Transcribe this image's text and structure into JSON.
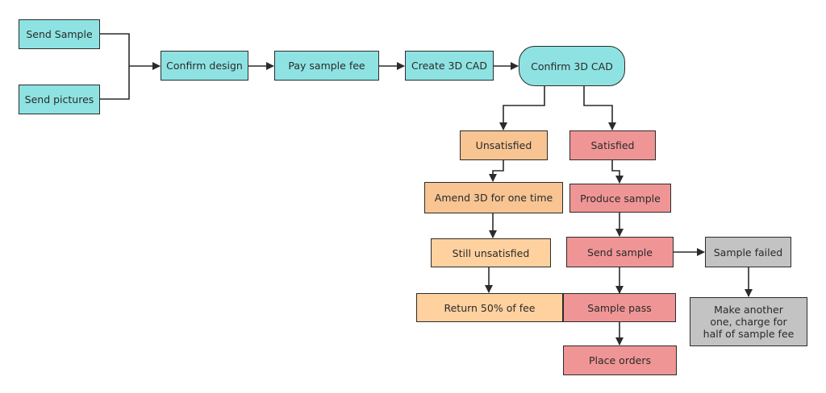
{
  "nodes": {
    "send_sample": "Send Sample",
    "send_pictures": "Send pictures",
    "confirm_design": "Confirm design",
    "pay_sample_fee": "Pay sample fee",
    "create_3d_cad": "Create 3D CAD",
    "confirm_3d_cad": "Confirm 3D CAD",
    "unsatisfied": "Unsatisfied",
    "satisfied": "Satisfied",
    "amend_3d": "Amend 3D for one time",
    "produce_sample": "Produce sample",
    "still_unsatisfied": "Still unsatisfied",
    "send_sample_2": "Send sample",
    "sample_failed": "Sample failed",
    "return_fee": "Return 50% of fee",
    "sample_pass": "Sample pass",
    "make_another": "Make another one, charge for half of sample fee",
    "place_orders": "Place orders"
  },
  "colors": {
    "teal": "#8ee3e2",
    "orange": "#f7c492",
    "peach": "#ffd19e",
    "pink": "#f09595",
    "grey": "#c3c3c3",
    "line": "#2b2b2b"
  }
}
